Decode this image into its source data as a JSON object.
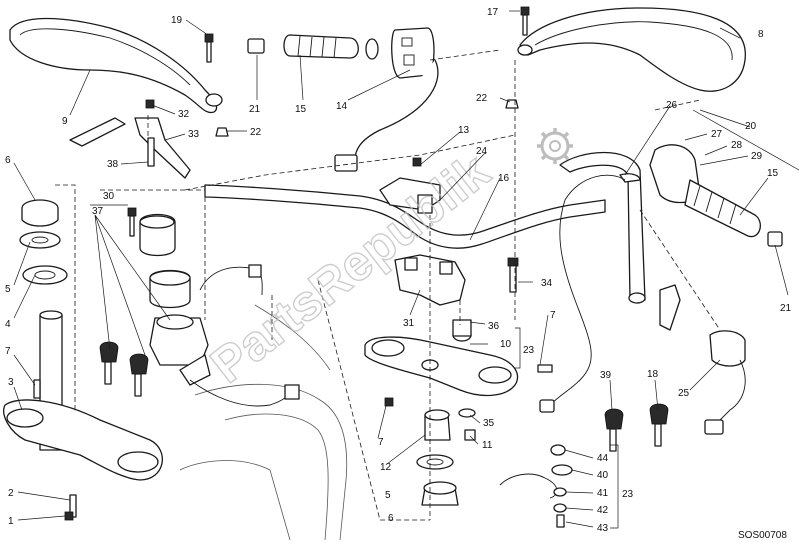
{
  "diagram": {
    "code": "SOS00708",
    "watermark": "PartsRepublik",
    "callouts": [
      {
        "id": "c1",
        "text": "1"
      },
      {
        "id": "c2",
        "text": "2"
      },
      {
        "id": "c3",
        "text": "3"
      },
      {
        "id": "c4",
        "text": "4"
      },
      {
        "id": "c5a",
        "text": "5"
      },
      {
        "id": "c5b",
        "text": "5"
      },
      {
        "id": "c6a",
        "text": "6"
      },
      {
        "id": "c6b",
        "text": "6"
      },
      {
        "id": "c7a",
        "text": "7"
      },
      {
        "id": "c7b",
        "text": "7"
      },
      {
        "id": "c7c",
        "text": "7"
      },
      {
        "id": "c8",
        "text": "8"
      },
      {
        "id": "c9",
        "text": "9"
      },
      {
        "id": "c10",
        "text": "10"
      },
      {
        "id": "c11",
        "text": "11"
      },
      {
        "id": "c12",
        "text": "12"
      },
      {
        "id": "c13",
        "text": "13"
      },
      {
        "id": "c14",
        "text": "14"
      },
      {
        "id": "c15a",
        "text": "15"
      },
      {
        "id": "c15b",
        "text": "15"
      },
      {
        "id": "c16",
        "text": "16"
      },
      {
        "id": "c17",
        "text": "17"
      },
      {
        "id": "c18",
        "text": "18"
      },
      {
        "id": "c19",
        "text": "19"
      },
      {
        "id": "c20",
        "text": "20"
      },
      {
        "id": "c21a",
        "text": "21"
      },
      {
        "id": "c21b",
        "text": "21"
      },
      {
        "id": "c22a",
        "text": "22"
      },
      {
        "id": "c22b",
        "text": "22"
      },
      {
        "id": "c23a",
        "text": "23"
      },
      {
        "id": "c23b",
        "text": "23"
      },
      {
        "id": "c24",
        "text": "24"
      },
      {
        "id": "c25",
        "text": "25"
      },
      {
        "id": "c26",
        "text": "26"
      },
      {
        "id": "c27",
        "text": "27"
      },
      {
        "id": "c28",
        "text": "28"
      },
      {
        "id": "c29",
        "text": "29"
      },
      {
        "id": "c30",
        "text": "30"
      },
      {
        "id": "c31",
        "text": "31"
      },
      {
        "id": "c32",
        "text": "32"
      },
      {
        "id": "c33",
        "text": "33"
      },
      {
        "id": "c34",
        "text": "34"
      },
      {
        "id": "c35",
        "text": "35"
      },
      {
        "id": "c36",
        "text": "36"
      },
      {
        "id": "c37",
        "text": "37"
      },
      {
        "id": "c38",
        "text": "38"
      },
      {
        "id": "c39",
        "text": "39"
      },
      {
        "id": "c40",
        "text": "40"
      },
      {
        "id": "c41",
        "text": "41"
      },
      {
        "id": "c42",
        "text": "42"
      },
      {
        "id": "c43",
        "text": "43"
      },
      {
        "id": "c44",
        "text": "44"
      }
    ]
  }
}
